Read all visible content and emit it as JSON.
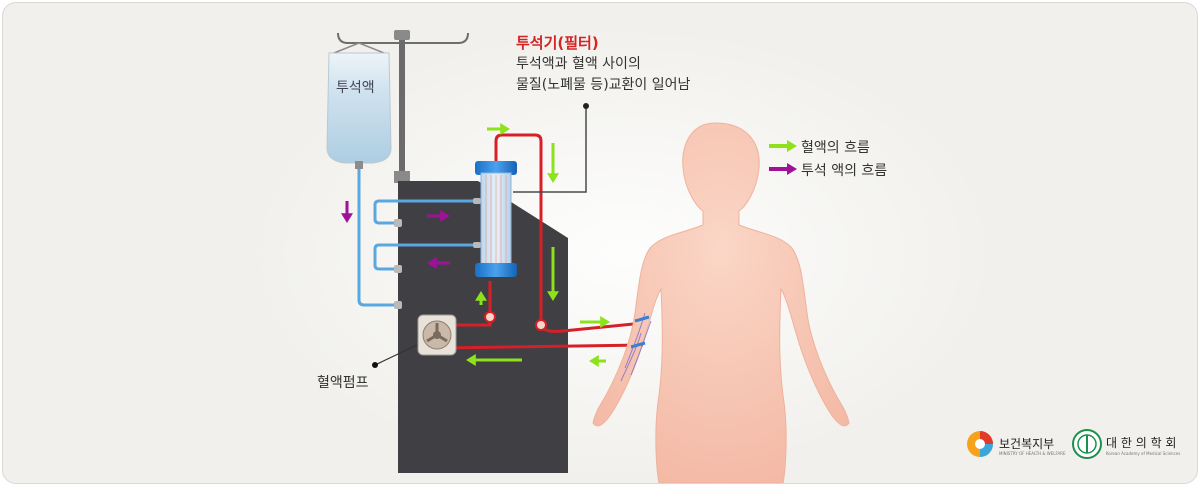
{
  "bag_label": "투석액",
  "filter": {
    "title": "투석기(필터)",
    "desc_line1": "투석액과 혈액 사이의",
    "desc_line2": "물질(노폐물 등)교환이 일어남"
  },
  "pump_label": "혈액펌프",
  "legend": {
    "blood_flow": "혈액의 흐름",
    "dialysate_flow": "투석 액의 흐름"
  },
  "logos": {
    "ministry": "보건복지부",
    "ministry_sub": "MINISTRY OF HEALTH & WELFARE",
    "academy": "대 한 의 학 회",
    "academy_sub": "Korean Academy of Medical Sciences"
  },
  "colors": {
    "blood_arrow": "#8ee21c",
    "dialysate_arrow": "#a0119a",
    "blood_tube": "#d61f26",
    "dialysate_tube": "#5aa8e0",
    "machine": "#3f3f44",
    "skin": "#f7c7b4"
  }
}
